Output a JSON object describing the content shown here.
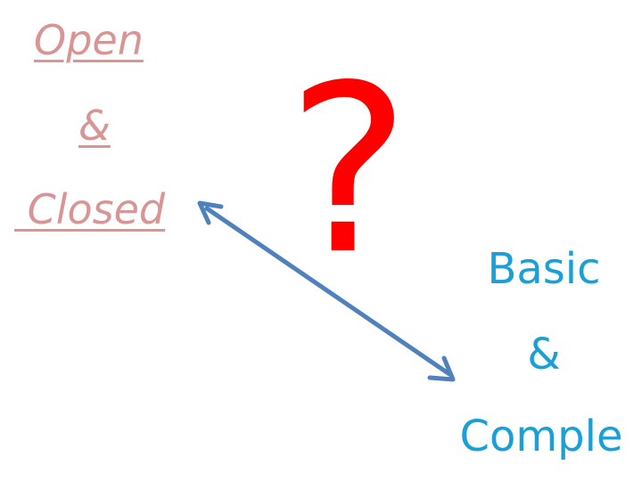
{
  "left_group": {
    "line1": "Open",
    "line2": "&",
    "line3": " Closed",
    "color": "#d99594"
  },
  "question": {
    "mark": "?",
    "color": "#ff0000"
  },
  "right_group": {
    "line1": "Basic",
    "line2": "&",
    "line3": "Comple",
    "color": "#1aa0d8"
  },
  "arrow": {
    "color": "#4f81bd",
    "style": "double-headed"
  }
}
